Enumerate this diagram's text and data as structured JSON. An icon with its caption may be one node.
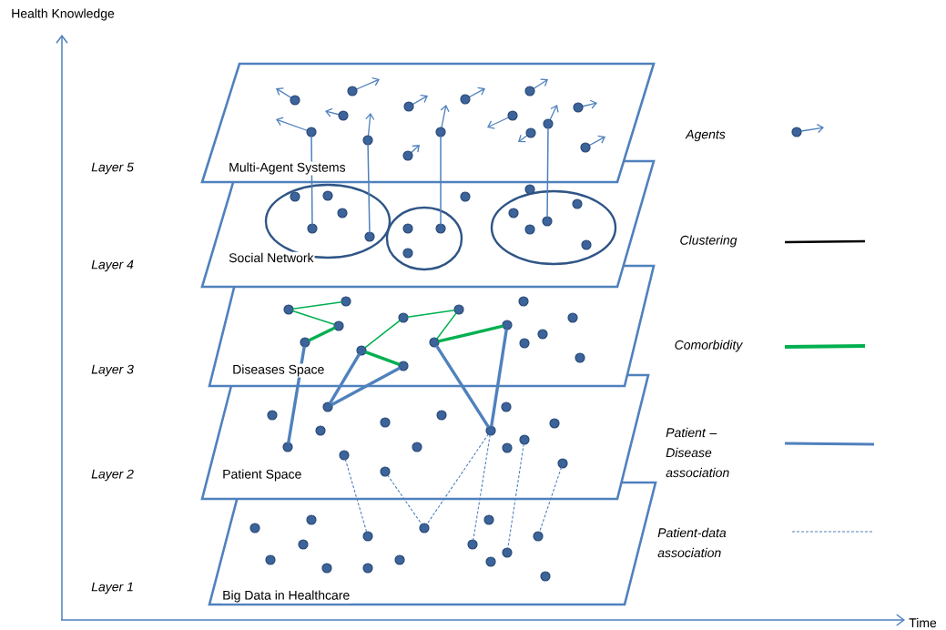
{
  "diagram": {
    "nodes": [
      {
        "text": [
          "Multi-Agent Systems"
        ]
      },
      {
        "text": [
          "Social Network"
        ]
      },
      {
        "text": [
          "Diseases Space"
        ]
      },
      {
        "text": [
          "Patient Space"
        ]
      },
      {
        "text": [
          "Big Data in Healthcare"
        ]
      },
      {
        "text": [],
        "shape": "ellipse",
        "in": 1
      },
      {
        "text": [],
        "shape": "ellipse",
        "in": 1
      },
      {
        "text": [],
        "shape": "ellipse",
        "in": 1
      },
      {
        "text": [],
        "shape": "circle",
        "in": 0
      },
      {
        "text": [],
        "shape": "circle",
        "in": 0
      },
      {
        "text": [],
        "shape": "circle",
        "in": 0
      },
      {
        "text": [],
        "shape": "circle",
        "in": 0
      },
      {
        "text": [],
        "shape": "circle",
        "in": 0
      },
      {
        "text": [],
        "shape": "circle",
        "in": 0
      },
      {
        "text": [],
        "shape": "circle",
        "in": 0
      },
      {
        "text": [],
        "shape": "circle",
        "in": 0
      },
      {
        "text": [],
        "shape": "circle",
        "in": 0
      },
      {
        "text": [],
        "shape": "circle",
        "in": 0
      },
      {
        "text": [],
        "shape": "circle",
        "in": 0
      },
      {
        "text": [],
        "shape": "circle",
        "in": 0
      },
      {
        "text": [],
        "shape": "circle",
        "in": 0
      },
      {
        "text": [],
        "shape": "circle",
        "in": 0
      },
      {
        "text": [],
        "shape": "circle",
        "in": 0
      },
      {
        "text": [],
        "shape": "circle",
        "in": 5
      },
      {
        "text": [],
        "shape": "circle",
        "in": 5
      },
      {
        "text": [],
        "shape": "circle",
        "in": 5
      },
      {
        "text": [],
        "shape": "circle",
        "in": 5
      },
      {
        "text": [],
        "shape": "circle",
        "in": 5
      },
      {
        "text": [],
        "shape": "circle",
        "in": 6
      },
      {
        "text": [],
        "shape": "circle",
        "in": 6
      },
      {
        "text": [],
        "shape": "circle",
        "in": 6
      },
      {
        "text": [],
        "shape": "circle",
        "in": 1
      },
      {
        "text": [],
        "shape": "circle",
        "in": 1
      },
      {
        "text": [],
        "shape": "circle",
        "in": 7
      },
      {
        "text": [],
        "shape": "circle",
        "in": 7
      },
      {
        "text": [],
        "shape": "circle",
        "in": 7
      },
      {
        "text": [],
        "shape": "circle",
        "in": 7
      },
      {
        "text": [],
        "shape": "circle",
        "in": 7
      },
      {
        "text": [],
        "shape": "circle",
        "in": 2
      },
      {
        "text": [],
        "shape": "circle",
        "in": 2
      },
      {
        "text": [],
        "shape": "circle",
        "in": 2
      },
      {
        "text": [],
        "shape": "circle",
        "in": 2
      },
      {
        "text": [],
        "shape": "circle",
        "in": 2
      },
      {
        "text": [],
        "shape": "circle",
        "in": 2
      },
      {
        "text": [],
        "shape": "circle",
        "in": 2
      },
      {
        "text": [],
        "shape": "circle",
        "in": 2
      },
      {
        "text": [],
        "shape": "circle",
        "in": 2
      },
      {
        "text": [],
        "shape": "circle",
        "in": 2
      },
      {
        "text": [],
        "shape": "circle",
        "in": 2
      },
      {
        "text": [],
        "shape": "circle",
        "in": 2
      },
      {
        "text": [],
        "shape": "circle",
        "in": 2
      },
      {
        "text": [],
        "shape": "circle",
        "in": 2
      },
      {
        "text": [],
        "shape": "circle",
        "in": 2
      },
      {
        "text": [],
        "shape": "circle",
        "in": 3
      },
      {
        "text": [],
        "shape": "circle",
        "in": 3
      },
      {
        "text": [],
        "shape": "circle",
        "in": 3
      },
      {
        "text": [],
        "shape": "circle",
        "in": 3
      },
      {
        "text": [],
        "shape": "circle",
        "in": 3
      },
      {
        "text": [],
        "shape": "circle",
        "in": 3
      },
      {
        "text": [],
        "shape": "circle",
        "in": 3
      },
      {
        "text": [],
        "shape": "circle",
        "in": 3
      },
      {
        "text": [],
        "shape": "circle",
        "in": 3
      },
      {
        "text": [],
        "shape": "circle",
        "in": 3
      },
      {
        "text": [],
        "shape": "circle",
        "in": 3
      },
      {
        "text": [],
        "shape": "circle",
        "in": 3
      },
      {
        "text": [],
        "shape": "circle",
        "in": 3
      },
      {
        "text": [],
        "shape": "circle",
        "in": 3
      },
      {
        "text": [],
        "shape": "circle",
        "in": 3
      },
      {
        "text": [],
        "shape": "circle",
        "in": 4
      },
      {
        "text": [],
        "shape": "circle",
        "in": 4
      },
      {
        "text": [],
        "shape": "circle",
        "in": 4
      },
      {
        "text": [],
        "shape": "circle",
        "in": 4
      },
      {
        "text": [],
        "shape": "circle",
        "in": 4
      },
      {
        "text": [],
        "shape": "circle",
        "in": 4
      },
      {
        "text": [],
        "shape": "circle",
        "in": 4
      },
      {
        "text": [],
        "shape": "circle",
        "in": 4
      },
      {
        "text": [],
        "shape": "circle",
        "in": 4
      },
      {
        "text": [],
        "shape": "circle",
        "in": 4
      },
      {
        "text": [],
        "shape": "circle",
        "in": 4
      },
      {
        "text": [],
        "shape": "circle",
        "in": 4
      },
      {
        "text": [],
        "shape": "circle",
        "in": 4
      },
      {
        "text": [],
        "shape": "circle",
        "in": 4
      },
      {
        "text": [],
        "shape": "circle",
        "in": 4
      }
    ],
    "edges": [
      {
        "from": 11,
        "to": 26,
        "arrow": "none"
      },
      {
        "from": 12,
        "to": 27,
        "arrow": "none"
      },
      {
        "from": 15,
        "to": 29,
        "arrow": "none"
      },
      {
        "from": 20,
        "to": 35,
        "arrow": "none"
      },
      {
        "from": 38,
        "to": 39,
        "arrow": "none",
        "color": "#00b050"
      },
      {
        "from": 38,
        "to": 40,
        "arrow": "none",
        "color": "#00b050"
      },
      {
        "from": 40,
        "to": 41,
        "arrow": "none",
        "color": "#00b050",
        "style": "thick"
      },
      {
        "from": 46,
        "to": 42,
        "arrow": "none",
        "color": "#00b050"
      },
      {
        "from": 42,
        "to": 43,
        "arrow": "none",
        "color": "#00b050"
      },
      {
        "from": 43,
        "to": 44,
        "arrow": "none",
        "color": "#00b050"
      },
      {
        "from": 44,
        "to": 45,
        "arrow": "none",
        "color": "#00b050",
        "style": "thick"
      },
      {
        "from": 46,
        "to": 47,
        "arrow": "none",
        "color": "#00b050",
        "style": "thick"
      },
      {
        "from": 41,
        "to": 55,
        "arrow": "none",
        "style": "thick"
      },
      {
        "from": 46,
        "to": 56,
        "arrow": "none",
        "style": "thick"
      },
      {
        "from": 47,
        "to": 56,
        "arrow": "none",
        "style": "thick"
      },
      {
        "from": 44,
        "to": 62,
        "arrow": "none",
        "style": "thick"
      },
      {
        "from": 45,
        "to": 62,
        "arrow": "none",
        "style": "thick"
      },
      {
        "from": 60,
        "to": 73,
        "arrow": "none",
        "style": "dashed"
      },
      {
        "from": 61,
        "to": 76,
        "arrow": "none",
        "style": "dashed"
      },
      {
        "from": 62,
        "to": 76,
        "arrow": "none",
        "style": "dashed"
      },
      {
        "from": 62,
        "to": 77,
        "arrow": "none",
        "style": "dashed"
      },
      {
        "from": 65,
        "to": 80,
        "arrow": "none",
        "style": "dashed"
      },
      {
        "from": 67,
        "to": 81,
        "arrow": "none",
        "style": "dashed"
      }
    ],
    "labels": [
      "Health Knowledge",
      "Layer 5",
      "Layer 4",
      "Layer 3",
      "Layer 2",
      "Layer 1",
      "Time"
    ],
    "legend": [
      {
        "text": "Agents"
      },
      {
        "text": "Clustering"
      },
      {
        "text": "Comorbidity"
      },
      {
        "text": "Patient – Disease association"
      },
      {
        "text": "Patient-data association"
      }
    ]
  }
}
